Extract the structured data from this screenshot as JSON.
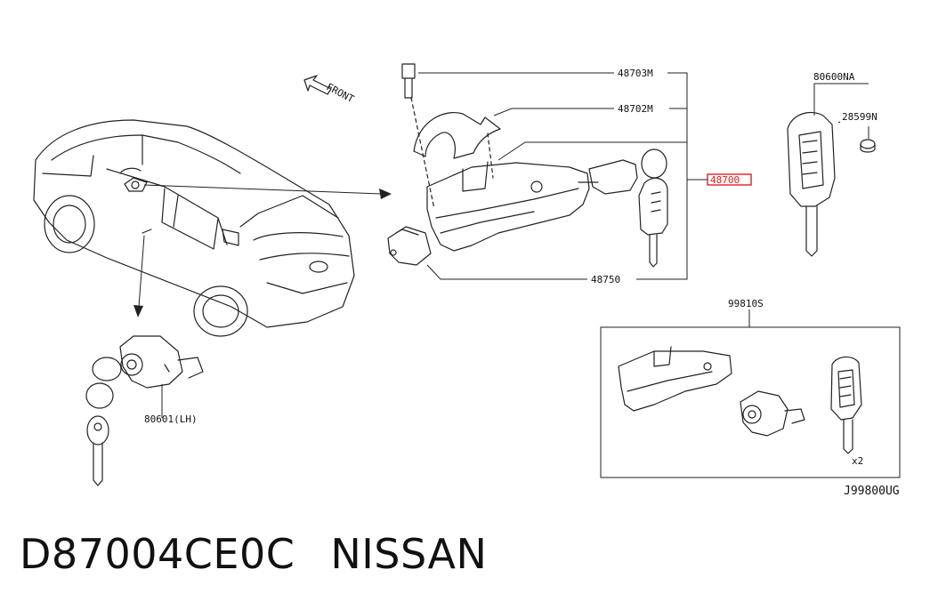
{
  "diagram": {
    "front_label": "FRONT",
    "drawing_code": "J99800UG",
    "callouts": {
      "p48703m": "48703M",
      "p48702m": "48702M",
      "p48700": "48700",
      "p48750": "48750",
      "p80600na": "80600NA",
      "p28599n": "28599N",
      "p99810s": "99810S",
      "p80601": "80601(LH)",
      "qty": "x2"
    },
    "highlight_color": "#e02020"
  },
  "caption": {
    "part_number": "D87004CE0C",
    "brand": "NISSAN"
  }
}
